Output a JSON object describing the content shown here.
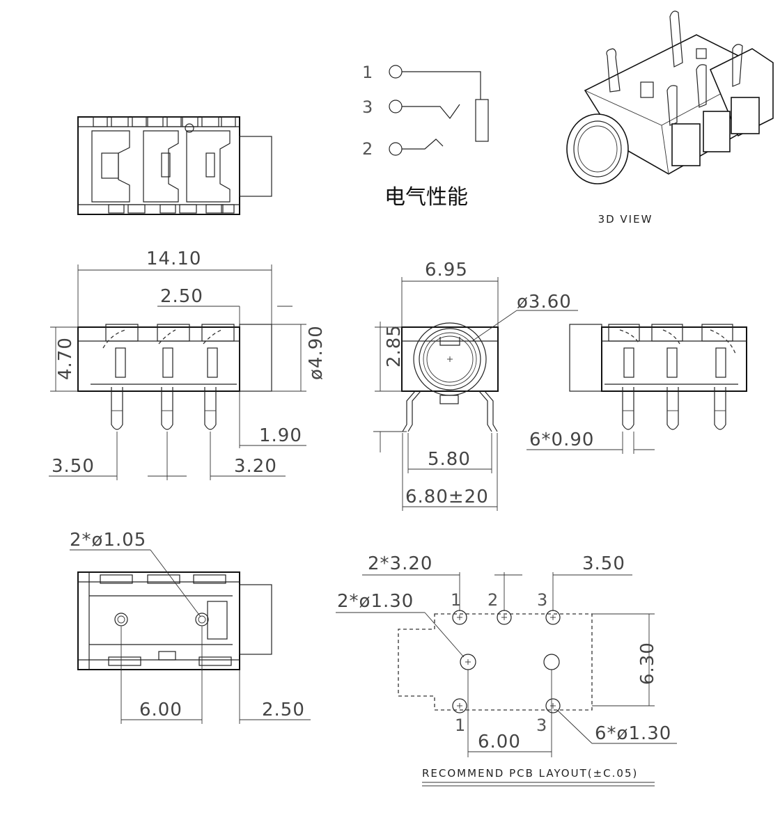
{
  "schematic": {
    "pins": [
      "1",
      "3",
      "2"
    ],
    "title": "电气性能"
  },
  "view3d": {
    "label": "3D VIEW"
  },
  "side_view": {
    "dims": {
      "length": "14.10",
      "offset_front": "2.50",
      "height": "4.70",
      "barrel_dia": "ø4.90",
      "lead_len": "1.90",
      "pitch_a": "3.50",
      "pitch_b": "3.20"
    }
  },
  "front_view": {
    "dims": {
      "width": "6.95",
      "hole_dia": "ø3.60",
      "center_height": "2.85",
      "pin_span": "5.80",
      "pin_span_outer": "6.80±20"
    }
  },
  "rear_view": {
    "dims": {
      "pin_size": "6*0.90"
    }
  },
  "bottom_view": {
    "dims": {
      "post_dia": "2*ø1.05",
      "post_spacing": "6.00",
      "front_offset": "2.50"
    }
  },
  "pcb_layout": {
    "dims": {
      "pitch_b": "2*3.20",
      "pitch_a": "3.50",
      "post_hole": "2*ø1.30",
      "depth": "6.30",
      "pin_hole": "6*ø1.30",
      "spacing": "6.00"
    },
    "pin_labels_top": [
      "1",
      "2",
      "3"
    ],
    "pin_labels_bottom": [
      "1",
      "3"
    ],
    "caption": "RECOMMEND PCB LAYOUT(±C.05)"
  }
}
